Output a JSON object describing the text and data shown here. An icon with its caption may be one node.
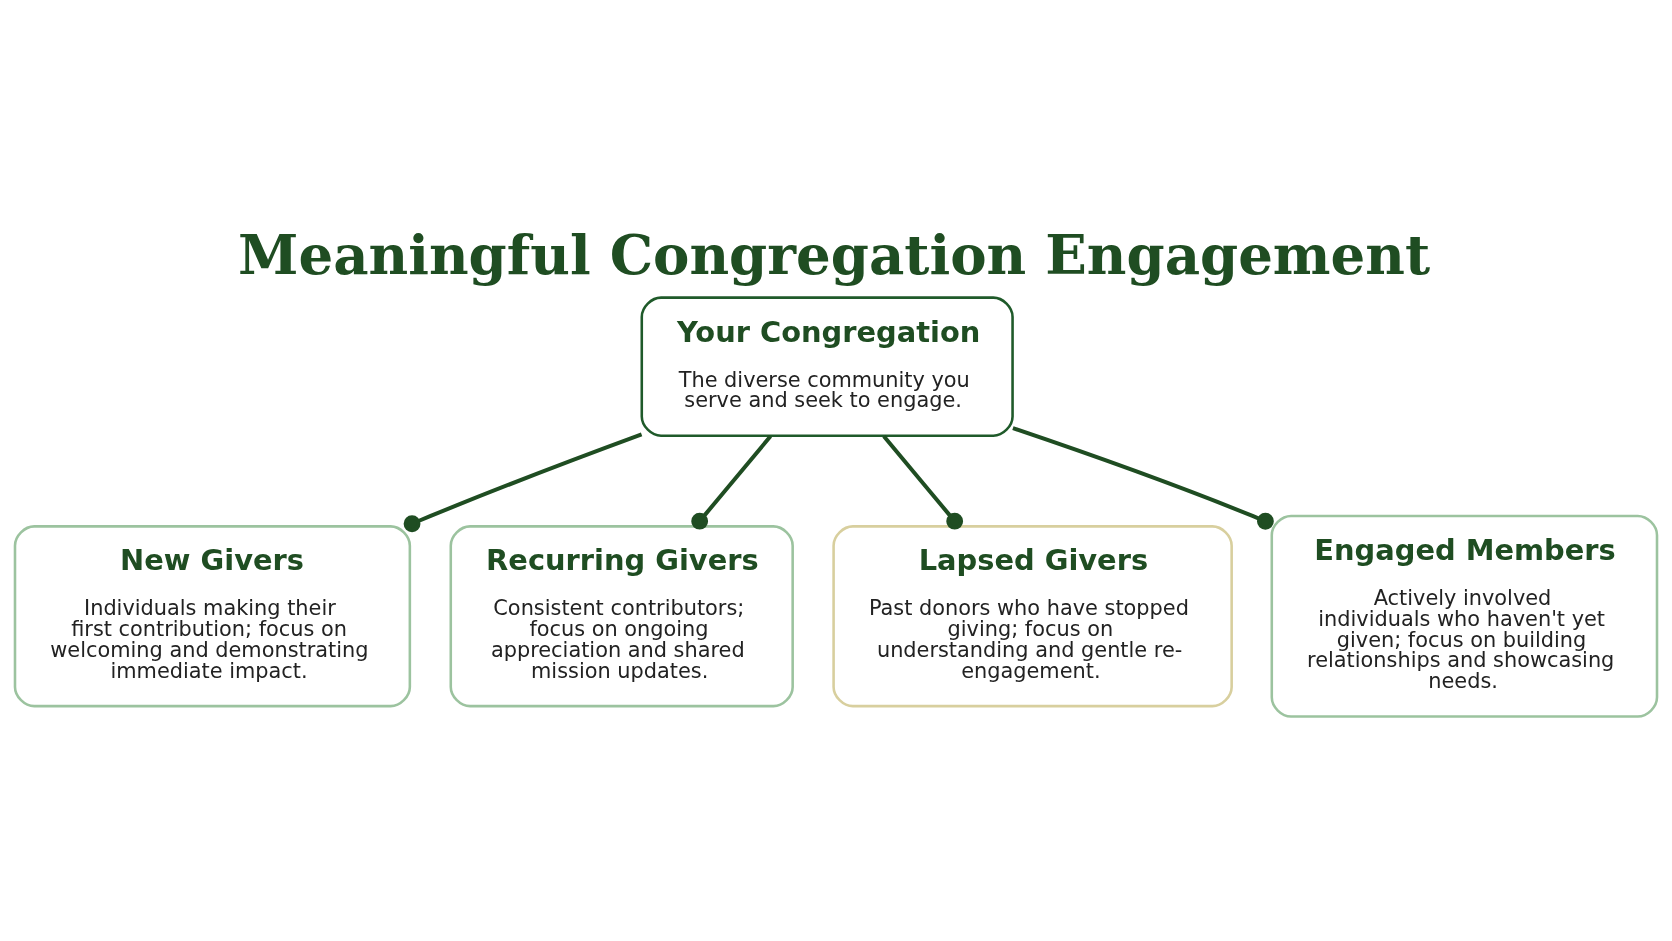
{
  "diagram": {
    "title": "Meaningful Congregation Engagement",
    "nodes": [
      {
        "text": [
          "Your Congregation",
          "The diverse community you serve and seek to engage."
        ]
      },
      {
        "text": [
          "New Givers",
          "Individuals making their first contribution; focus on welcoming and demonstrating immediate impact."
        ]
      },
      {
        "text": [
          "Recurring Givers",
          "Consistent contributors; focus on ongoing appreciation and shared mission updates."
        ]
      },
      {
        "text": [
          "Lapsed Givers",
          "Past donors who have stopped giving; focus on understanding and gentle re-engagement."
        ]
      },
      {
        "text": [
          "Engaged Members",
          "Actively involved individuals who haven't yet given; focus on building relationships and showcasing needs."
        ]
      }
    ],
    "edges": [
      {
        "from": 0,
        "to": 1,
        "arrow": "other"
      },
      {
        "from": 0,
        "to": 2,
        "arrow": "other"
      },
      {
        "from": 0,
        "to": 3,
        "arrow": "other"
      },
      {
        "from": 0,
        "to": 4,
        "arrow": "other"
      }
    ]
  }
}
